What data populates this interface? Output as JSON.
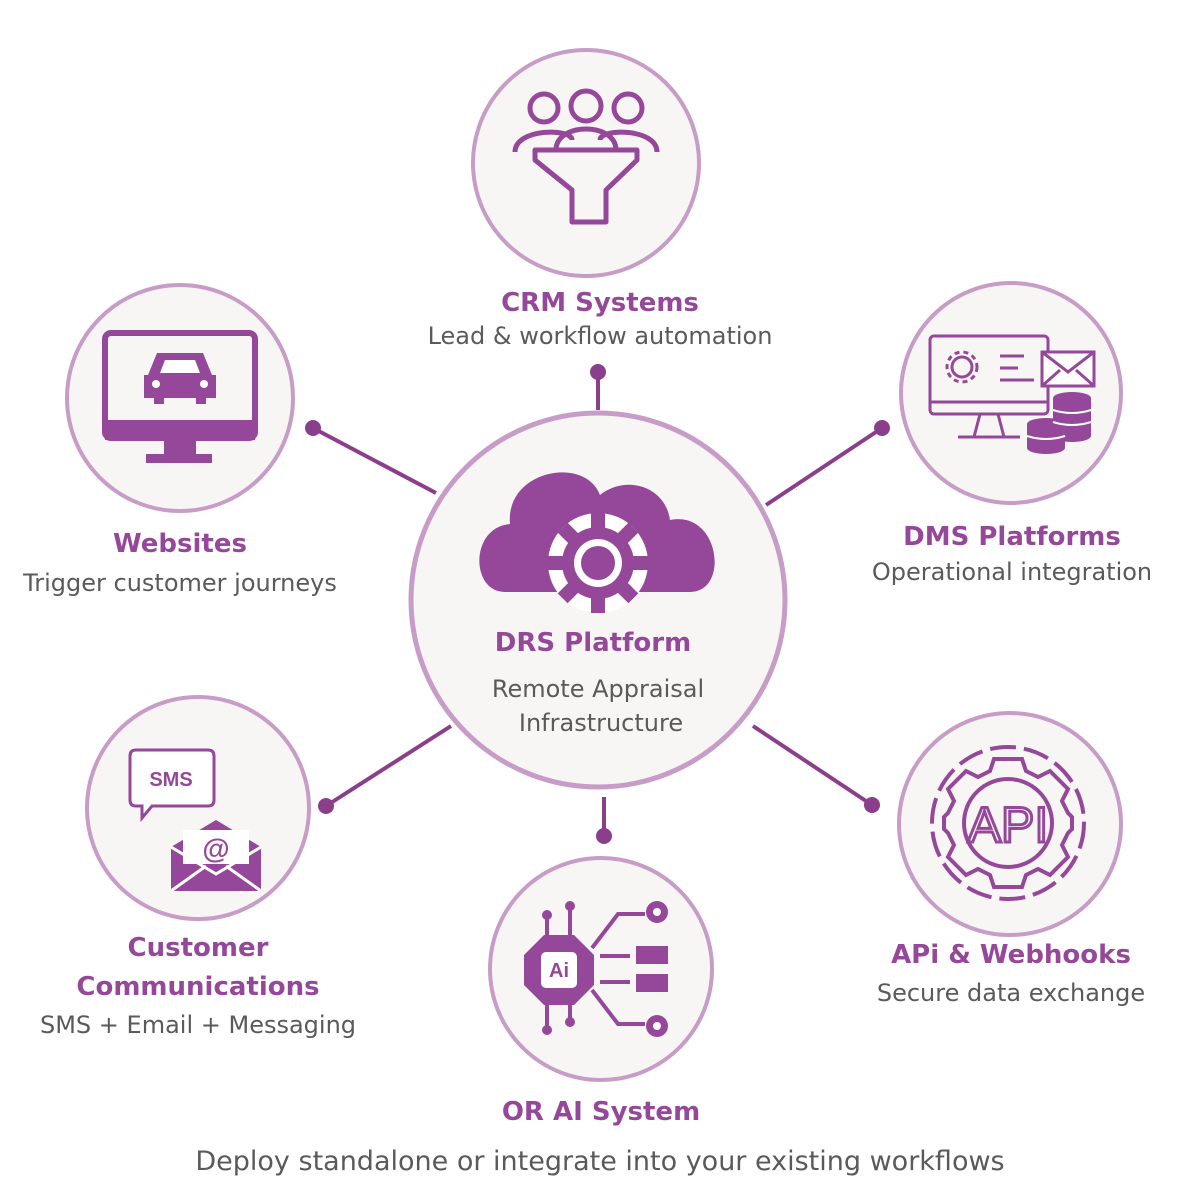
{
  "center": {
    "title": "DRS Platform",
    "subtitle_line1": "Remote Appraisal",
    "subtitle_line2": "Infrastructure",
    "icon": "cloud-gear-icon"
  },
  "nodes": {
    "crm": {
      "title": "CRM Systems",
      "subtitle": "Lead & workflow automation",
      "icon": "people-funnel-icon"
    },
    "websites": {
      "title": "Websites",
      "subtitle": "Trigger customer journeys",
      "icon": "monitor-car-icon"
    },
    "dms": {
      "title": "DMS Platforms",
      "subtitle": "Operational integration",
      "icon": "monitor-gear-database-icon"
    },
    "communications": {
      "title_line1": "Customer",
      "title_line2": "Communications",
      "subtitle": "SMS + Email + Messaging",
      "sms_text": "SMS",
      "icon": "sms-email-icon"
    },
    "api": {
      "title": "APi & Webhooks",
      "subtitle": "Secure data exchange",
      "icon_text": "API",
      "icon": "api-gear-icon"
    },
    "ai": {
      "title": "OR AI System",
      "icon_text": "Ai",
      "icon": "ai-chip-icon"
    }
  },
  "footer": "Deploy standalone or integrate into your existing workflows",
  "colors": {
    "accent": "#95489a",
    "ring": "#c79cc7",
    "connector": "#8b3f8b",
    "fill": "#f8f6f4",
    "text": "#5a5a5a"
  }
}
